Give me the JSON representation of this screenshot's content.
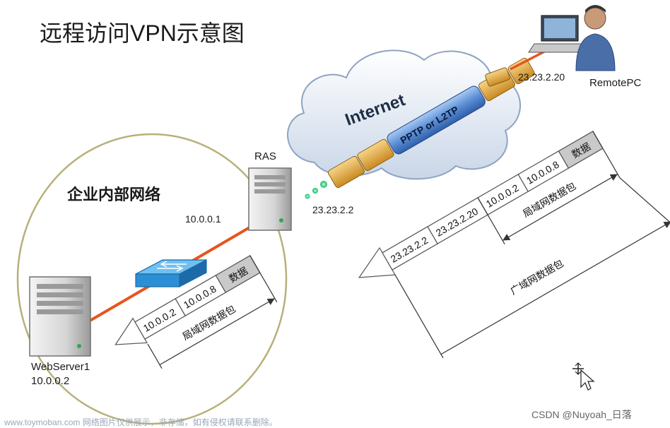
{
  "title": "远程访问VPN示意图",
  "labels": {
    "internet": "Internet",
    "tunnel": "PPTP or L2TP",
    "ras": "RAS",
    "lan_zone": "企业内部网络",
    "ras_lan_ip": "10.0.0.1",
    "ras_wan_ip": "23.23.2.2",
    "remote_name": "RemotePC",
    "remote_ip": "23.23.2.20",
    "server_name": "WebServer1",
    "server_ip": "10.0.0.2"
  },
  "lan_packet": {
    "fields": [
      "10.0.0.2",
      "10.0.0.8",
      "数据"
    ],
    "caption": "局域网数据包"
  },
  "wan_packet": {
    "fields": [
      "23.23.2.2",
      "23.23.2.20",
      "10.0.0.2",
      "10.0.0.8",
      "数据"
    ],
    "inner_caption": "局域网数据包",
    "outer_caption": "广域网数据包"
  },
  "watermarks": {
    "left": "www.toymoban.com 网络图片仅供展示，非存储，如有侵权请联系删除。",
    "right": "CSDN @Nuyoah_日落"
  },
  "colors": {
    "link_orange": "#e8541e",
    "zone_circle": "#b8b07a",
    "tunnel_blue": "#5b8fd6",
    "segment_gold": "#e8b04a",
    "switch_blue": "#2c8fd6",
    "packet_gray": "#c9c9c9"
  },
  "icons": [
    "laptop-icon",
    "person-icon",
    "server-icon",
    "switch-icon",
    "cloud-icon",
    "cursor-icon"
  ]
}
